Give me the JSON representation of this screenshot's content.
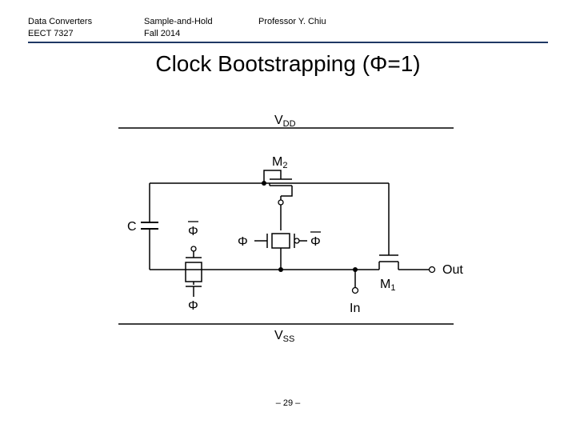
{
  "header": {
    "course_line1": "Data Converters",
    "course_line2": "EECT 7327",
    "topic_line1": "Sample-and-Hold",
    "topic_line2": "Fall 2014",
    "instructor": "Professor Y. Chiu"
  },
  "title": "Clock Bootstrapping (Φ=1)",
  "schematic": {
    "vdd_main": "V",
    "vdd_sub": "DD",
    "vss_main": "V",
    "vss_sub": "SS",
    "m2_main": "M",
    "m2_sub": "2",
    "m1_main": "M",
    "m1_sub": "1",
    "cap_label": "C",
    "phi": "Φ",
    "out_label": "Out",
    "in_label": "In"
  },
  "page_number": "– 29 –"
}
